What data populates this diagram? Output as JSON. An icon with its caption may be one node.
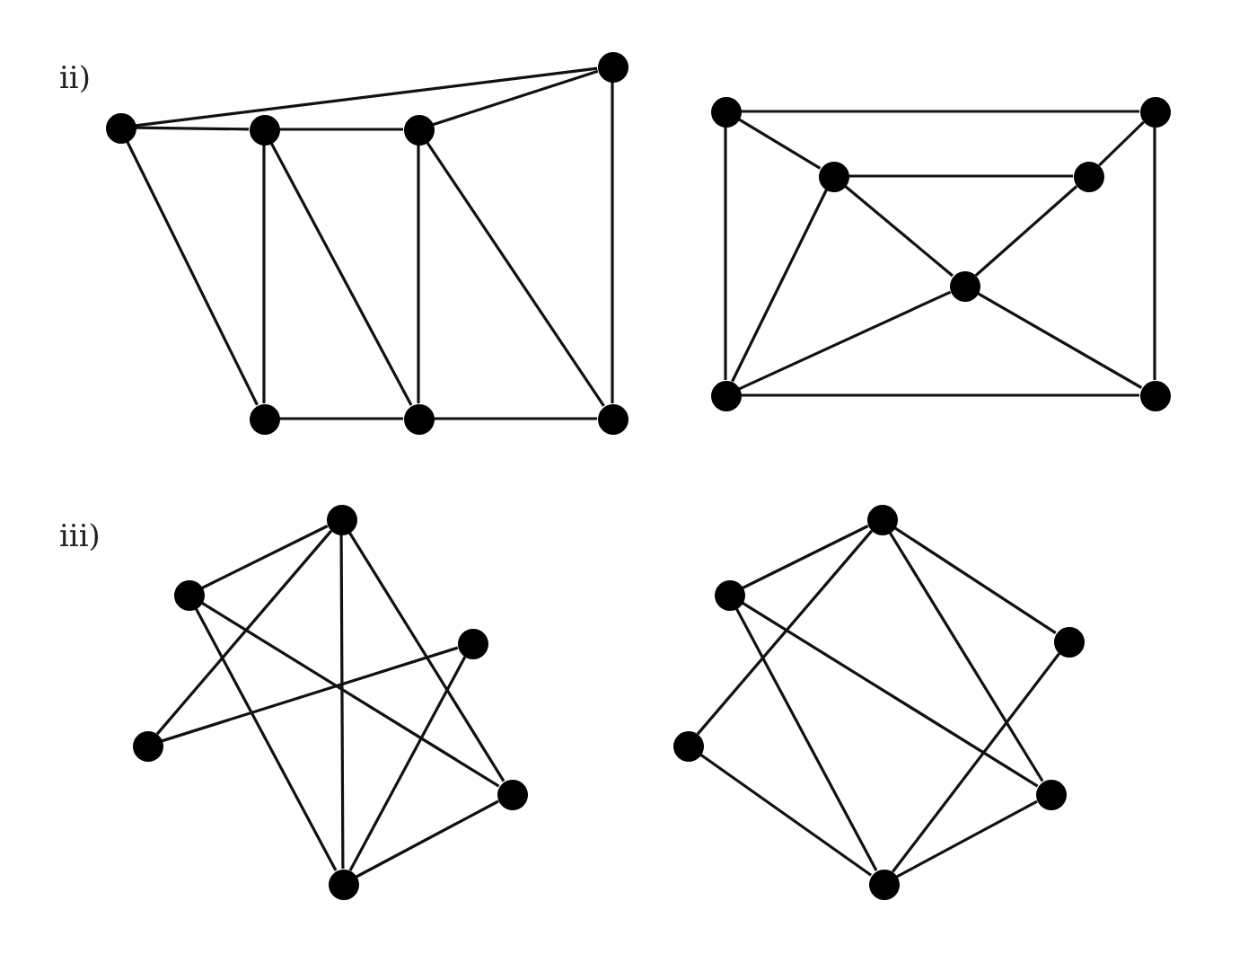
{
  "diagram": {
    "nodes": [
      {
        "text": [],
        "shape": "circle"
      },
      {
        "text": [],
        "shape": "circle"
      },
      {
        "text": [],
        "shape": "circle"
      },
      {
        "text": [],
        "shape": "circle"
      },
      {
        "text": [],
        "shape": "circle"
      },
      {
        "text": [],
        "shape": "circle"
      },
      {
        "text": [],
        "shape": "circle"
      },
      {
        "text": [],
        "shape": "circle"
      },
      {
        "text": [],
        "shape": "circle"
      },
      {
        "text": [],
        "shape": "circle"
      },
      {
        "text": [],
        "shape": "circle"
      },
      {
        "text": [],
        "shape": "circle"
      },
      {
        "text": [],
        "shape": "circle"
      },
      {
        "text": [],
        "shape": "circle"
      },
      {
        "text": [],
        "shape": "circle"
      },
      {
        "text": [],
        "shape": "circle"
      },
      {
        "text": [],
        "shape": "circle"
      },
      {
        "text": [],
        "shape": "circle"
      },
      {
        "text": [],
        "shape": "circle"
      },
      {
        "text": [],
        "shape": "circle"
      },
      {
        "text": [],
        "shape": "circle"
      },
      {
        "text": [],
        "shape": "circle"
      },
      {
        "text": [],
        "shape": "circle"
      },
      {
        "text": [],
        "shape": "circle"
      },
      {
        "text": [],
        "shape": "circle"
      },
      {
        "text": [],
        "shape": "circle"
      }
    ],
    "edges": [
      {
        "from": 1,
        "to": 0,
        "arrow": "none"
      },
      {
        "from": 1,
        "to": 2,
        "arrow": "none"
      },
      {
        "from": 2,
        "to": 3,
        "arrow": "none"
      },
      {
        "from": 3,
        "to": 0,
        "arrow": "none"
      },
      {
        "from": 0,
        "to": 6,
        "arrow": "none"
      },
      {
        "from": 1,
        "to": 4,
        "arrow": "none"
      },
      {
        "from": 2,
        "to": 4,
        "arrow": "none"
      },
      {
        "from": 2,
        "to": 5,
        "arrow": "none"
      },
      {
        "from": 3,
        "to": 5,
        "arrow": "none"
      },
      {
        "from": 3,
        "to": 6,
        "arrow": "none"
      },
      {
        "from": 4,
        "to": 5,
        "arrow": "none"
      },
      {
        "from": 5,
        "to": 6,
        "arrow": "none"
      },
      {
        "from": 7,
        "to": 8,
        "arrow": "none"
      },
      {
        "from": 7,
        "to": 12,
        "arrow": "none"
      },
      {
        "from": 7,
        "to": 9,
        "arrow": "none"
      },
      {
        "from": 8,
        "to": 13,
        "arrow": "none"
      },
      {
        "from": 8,
        "to": 10,
        "arrow": "none"
      },
      {
        "from": 9,
        "to": 10,
        "arrow": "none"
      },
      {
        "from": 9,
        "to": 11,
        "arrow": "none"
      },
      {
        "from": 9,
        "to": 12,
        "arrow": "none"
      },
      {
        "from": 10,
        "to": 11,
        "arrow": "none"
      },
      {
        "from": 11,
        "to": 12,
        "arrow": "none"
      },
      {
        "from": 11,
        "to": 13,
        "arrow": "none"
      },
      {
        "from": 12,
        "to": 13,
        "arrow": "none"
      },
      {
        "from": 15,
        "to": 14,
        "arrow": "none"
      },
      {
        "from": 14,
        "to": 17,
        "arrow": "none"
      },
      {
        "from": 14,
        "to": 19,
        "arrow": "none"
      },
      {
        "from": 14,
        "to": 18,
        "arrow": "none"
      },
      {
        "from": 15,
        "to": 18,
        "arrow": "none"
      },
      {
        "from": 15,
        "to": 19,
        "arrow": "none"
      },
      {
        "from": 17,
        "to": 16,
        "arrow": "none"
      },
      {
        "from": 16,
        "to": 19,
        "arrow": "none"
      },
      {
        "from": 19,
        "to": 18,
        "arrow": "none"
      },
      {
        "from": 21,
        "to": 20,
        "arrow": "none"
      },
      {
        "from": 20,
        "to": 23,
        "arrow": "none"
      },
      {
        "from": 20,
        "to": 22,
        "arrow": "none"
      },
      {
        "from": 20,
        "to": 24,
        "arrow": "none"
      },
      {
        "from": 21,
        "to": 24,
        "arrow": "none"
      },
      {
        "from": 21,
        "to": 25,
        "arrow": "none"
      },
      {
        "from": 23,
        "to": 25,
        "arrow": "none"
      },
      {
        "from": 22,
        "to": 25,
        "arrow": "none"
      },
      {
        "from": 25,
        "to": 24,
        "arrow": "none"
      }
    ],
    "labels": [
      "ii)",
      "iii)"
    ]
  }
}
